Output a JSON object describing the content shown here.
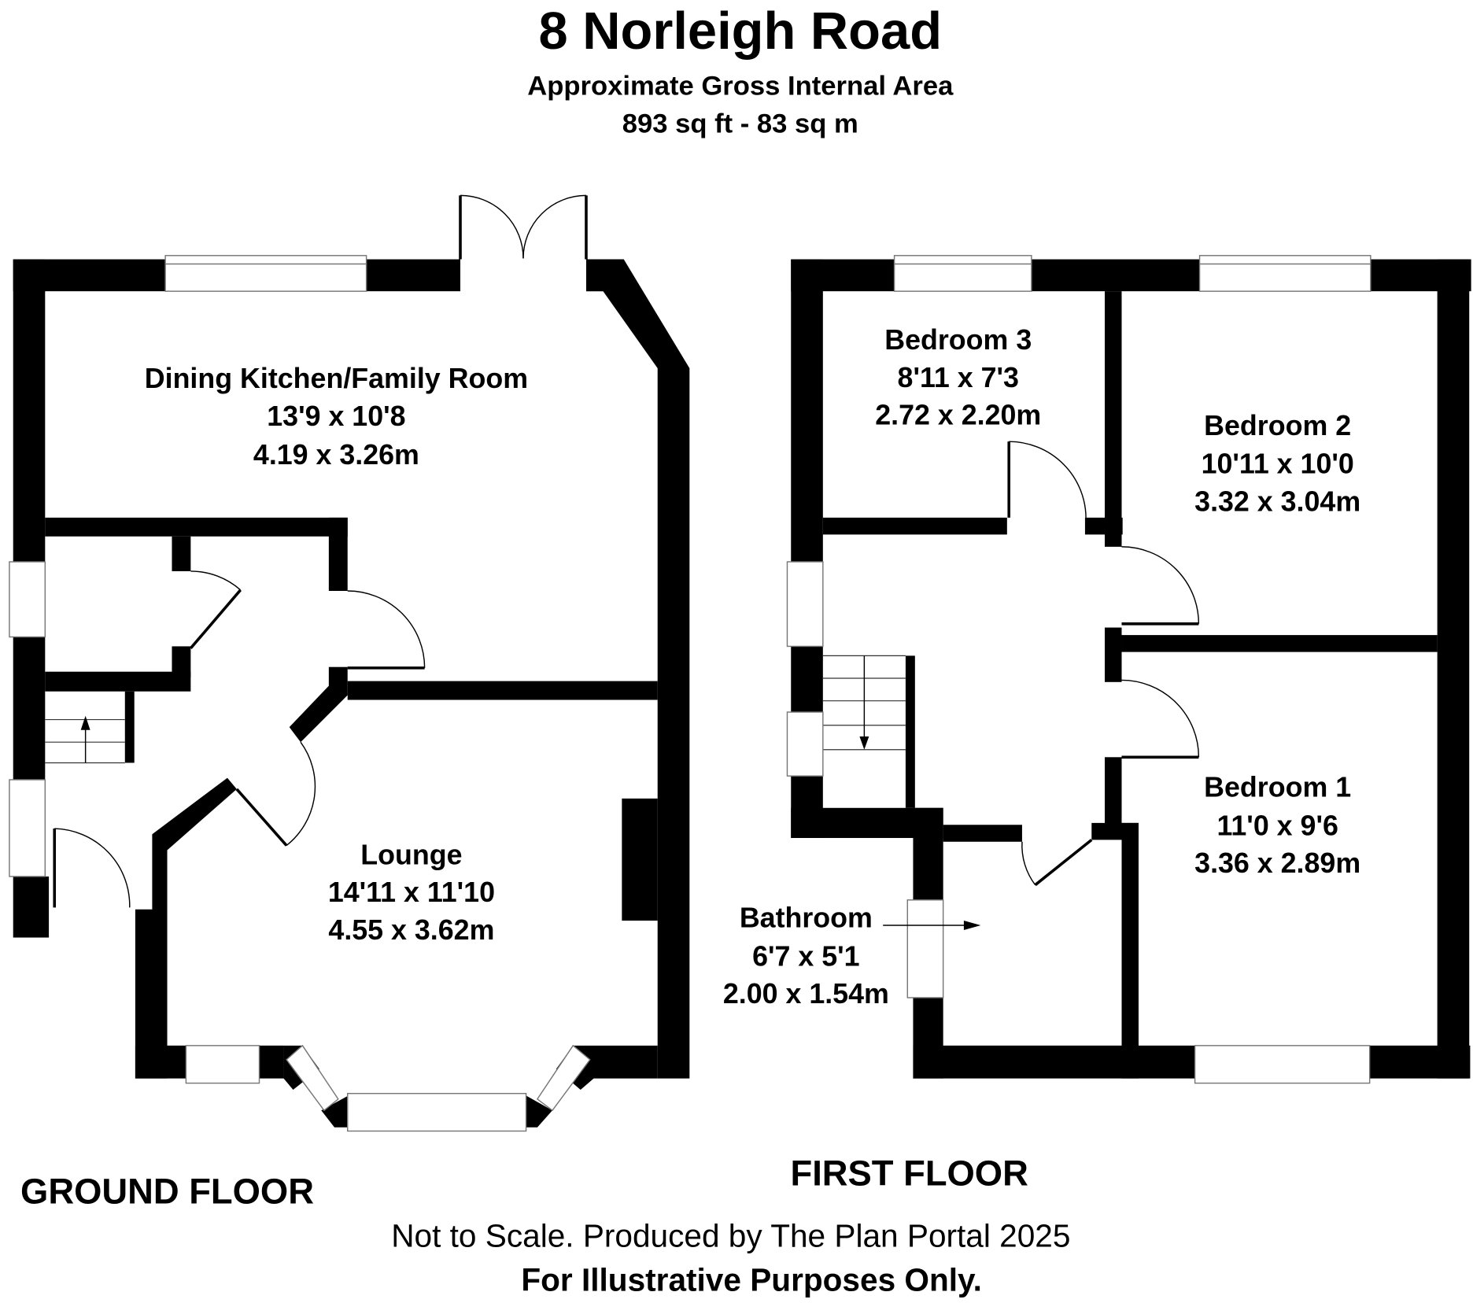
{
  "header": {
    "title": "8 Norleigh Road",
    "subtitle": "Approximate Gross Internal Area",
    "area": "893 sq ft - 83 sq m"
  },
  "floors": {
    "ground": {
      "label": "GROUND FLOOR",
      "rooms": [
        {
          "name": "Dining Kitchen/Family Room",
          "imperial": "13'9 x 10'8",
          "metric": "4.19 x 3.26m"
        },
        {
          "name": "Lounge",
          "imperial": "14'11 x 11'10",
          "metric": "4.55 x 3.62m"
        }
      ]
    },
    "first": {
      "label": "FIRST FLOOR",
      "rooms": [
        {
          "name": "Bedroom 3",
          "imperial": "8'11 x 7'3",
          "metric": "2.72 x 2.20m"
        },
        {
          "name": "Bedroom 2",
          "imperial": "10'11 x 10'0",
          "metric": "3.32 x 3.04m"
        },
        {
          "name": "Bedroom 1",
          "imperial": "11'0 x 9'6",
          "metric": "3.36 x 2.89m"
        },
        {
          "name": "Bathroom",
          "imperial": "6'7 x 5'1",
          "metric": "2.00 x 1.54m"
        }
      ]
    }
  },
  "footer": {
    "disclaimer": "Not to Scale. Produced by The Plan Portal 2025",
    "notice": "For Illustrative Purposes Only."
  },
  "colors": {
    "wall": "#000000",
    "background": "#ffffff"
  }
}
